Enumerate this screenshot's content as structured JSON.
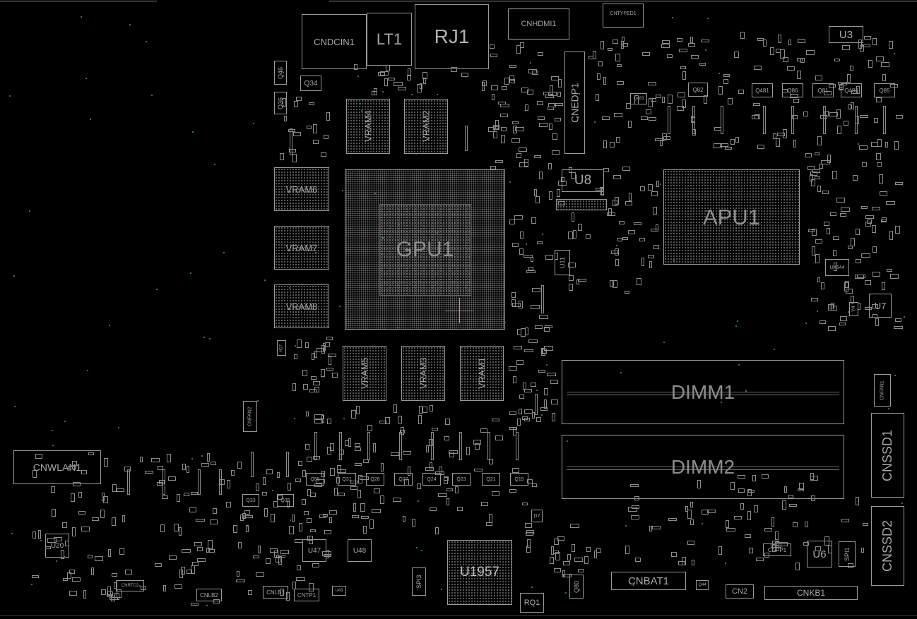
{
  "board": {
    "components": {
      "cndcin1": "CNDCIN1",
      "lt1": "LT1",
      "rj1": "RJ1",
      "cnhdmi1": "CNHDMI1",
      "cntyped1": "CNTYPED1",
      "cnedp1": "CNEDP1",
      "u3": "U3",
      "q46": "Q46",
      "q34": "Q34",
      "q36": "Q36",
      "vram1": "VRAM1",
      "vram2": "VRAM2",
      "vram3": "VRAM3",
      "vram4": "VRAM4",
      "vram5": "VRAM5",
      "vram6": "VRAM6",
      "vram7": "VRAM7",
      "vram8": "VRAM8",
      "gpu1": "GPU1",
      "u8": "U8",
      "u11": "U11",
      "apu1": "APU1",
      "u4644": "U4644",
      "u7": "U7",
      "dimm1": "DIMM1",
      "dimm2": "DIMM2",
      "cnfan1": "CNFAN1",
      "cnfan2": "CNFAN2",
      "cnssd1": "CNSSD1",
      "cnssd2": "CNSSD2",
      "cnwlan1": "CNWLAN1",
      "u20": "U20",
      "u47": "U47",
      "u48": "U48",
      "u1957": "U1957",
      "spi3": "SPI3",
      "spi1": "SPI1",
      "q80": "Q80",
      "rq1": "RQ1",
      "cnbat1": "CNBAT1",
      "cn2": "CN2",
      "cnkb1": "CNKB1",
      "u6": "U6",
      "cnfp1": "CNFP1",
      "cnlb1": "CNLB1",
      "cntp1": "CNTP1",
      "cnlb2": "CNLB2",
      "cnrtc2": "CNRTC2",
      "h17": "H17",
      "q481": "Q481",
      "q86": "Q86",
      "q81": "Q81",
      "q482": "Q482",
      "q85": "Q85",
      "q82": "Q82",
      "q483": "Q483",
      "y4": "Y4",
      "d7": "D7",
      "q31": "Q31",
      "q28": "Q28",
      "q27": "Q27",
      "q24": "Q24",
      "q23": "Q23",
      "q21": "Q21",
      "q15": "Q15",
      "q55": "Q55",
      "q33": "Q33",
      "q35": "Q35",
      "q44": "Q44",
      "u43": "U43"
    }
  },
  "theme": {
    "background": "#000000",
    "outline": "#9a9a9a",
    "cursor_marker": "#b98b9a",
    "via_dot": "#1fa3a3"
  }
}
